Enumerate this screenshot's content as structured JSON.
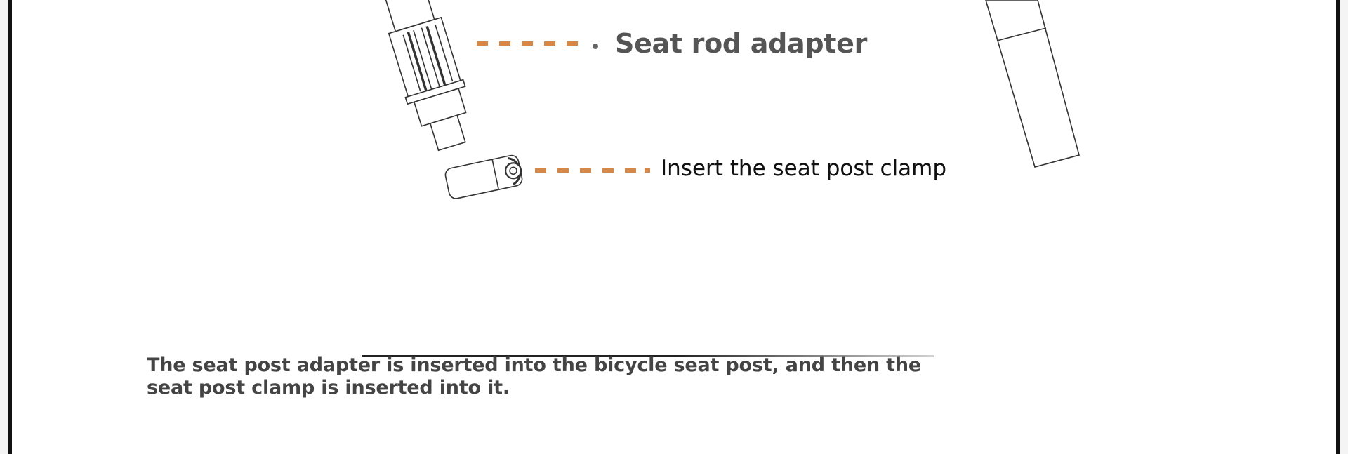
{
  "labels": {
    "adapter": "Seat rod adapter",
    "clamp": "Insert the seat post clamp"
  },
  "caption": "The seat post adapter is inserted into the bicycle seat post, and then the seat post clamp is inserted into it.",
  "colors": {
    "leader": "#d4884a",
    "line": "#333333",
    "frame": "#111111"
  }
}
